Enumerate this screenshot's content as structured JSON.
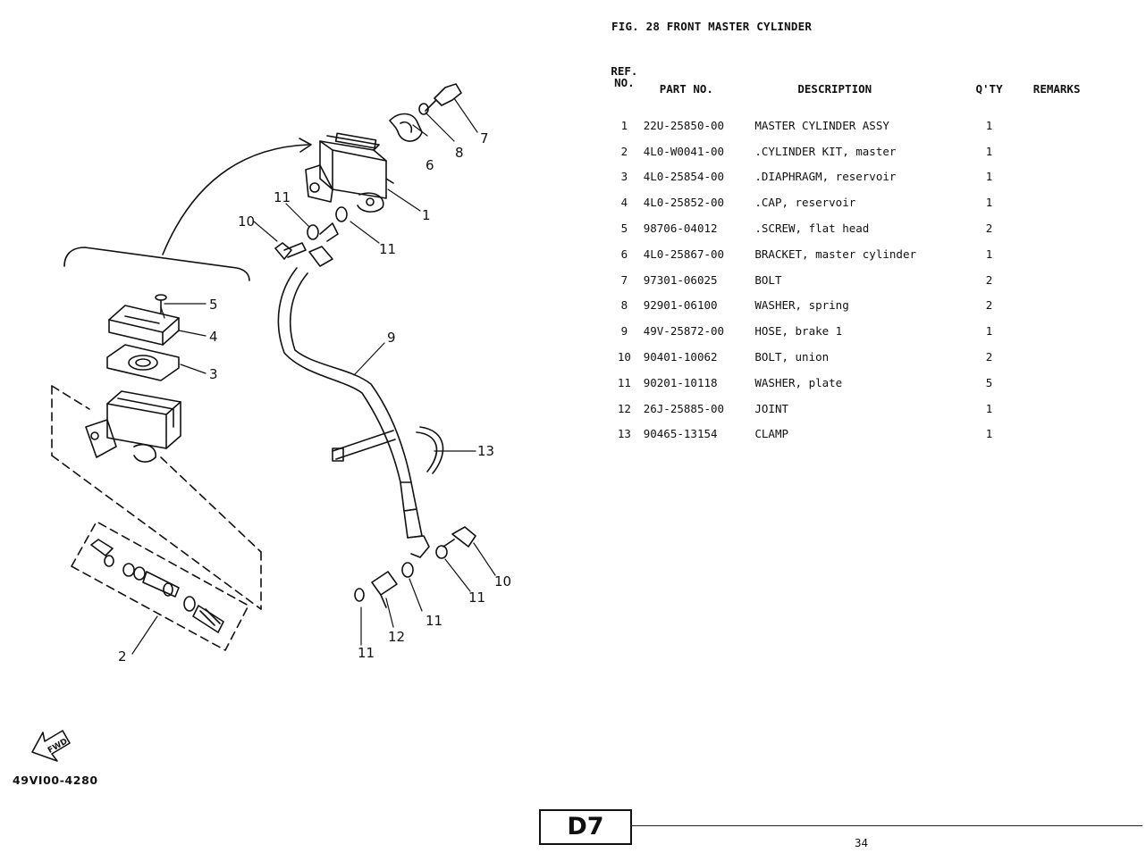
{
  "figure": {
    "title": "FIG. 28  FRONT MASTER CYLINDER"
  },
  "table": {
    "headers": {
      "ref_line1": "REF.",
      "ref_line2": "NO.",
      "part_no": "PART NO.",
      "description": "DESCRIPTION",
      "qty": "Q'TY",
      "remarks": "REMARKS"
    },
    "rows": [
      {
        "ref": "1",
        "part": "22U-25850-00",
        "desc": "MASTER CYLINDER ASSY",
        "qty": "1",
        "remarks": ""
      },
      {
        "ref": "2",
        "part": "4L0-W0041-00",
        "desc": ".CYLINDER KIT, master",
        "qty": "1",
        "remarks": ""
      },
      {
        "ref": "3",
        "part": "4L0-25854-00",
        "desc": ".DIAPHRAGM, reservoir",
        "qty": "1",
        "remarks": ""
      },
      {
        "ref": "4",
        "part": "4L0-25852-00",
        "desc": ".CAP, reservoir",
        "qty": "1",
        "remarks": ""
      },
      {
        "ref": "5",
        "part": "98706-04012",
        "desc": ".SCREW, flat head",
        "qty": "2",
        "remarks": ""
      },
      {
        "ref": "6",
        "part": "4L0-25867-00",
        "desc": "BRACKET, master cylinder",
        "qty": "1",
        "remarks": ""
      },
      {
        "ref": "7",
        "part": "97301-06025",
        "desc": "BOLT",
        "qty": "2",
        "remarks": ""
      },
      {
        "ref": "8",
        "part": "92901-06100",
        "desc": "WASHER, spring",
        "qty": "2",
        "remarks": ""
      },
      {
        "ref": "9",
        "part": "49V-25872-00",
        "desc": "HOSE, brake 1",
        "qty": "1",
        "remarks": ""
      },
      {
        "ref": "10",
        "part": "90401-10062",
        "desc": "BOLT, union",
        "qty": "2",
        "remarks": ""
      },
      {
        "ref": "11",
        "part": "90201-10118",
        "desc": "WASHER, plate",
        "qty": "5",
        "remarks": ""
      },
      {
        "ref": "12",
        "part": "26J-25885-00",
        "desc": "JOINT",
        "qty": "1",
        "remarks": ""
      },
      {
        "ref": "13",
        "part": "90465-13154",
        "desc": "CLAMP",
        "qty": "1",
        "remarks": ""
      }
    ]
  },
  "diagram": {
    "callouts": {
      "c1": "1",
      "c2": "2",
      "c3": "3",
      "c4": "4",
      "c5": "5",
      "c6": "6",
      "c7": "7",
      "c8": "8",
      "c9": "9",
      "c10a": "10",
      "c10b": "10",
      "c11a": "11",
      "c11b": "11",
      "c11c": "11",
      "c11d": "11",
      "c11e": "11",
      "c12": "12",
      "c13": "13"
    },
    "fwd_text": "FWD",
    "drawing_code": "49VI00-4280"
  },
  "footer": {
    "page_tag": "D7",
    "page_number": "34"
  }
}
